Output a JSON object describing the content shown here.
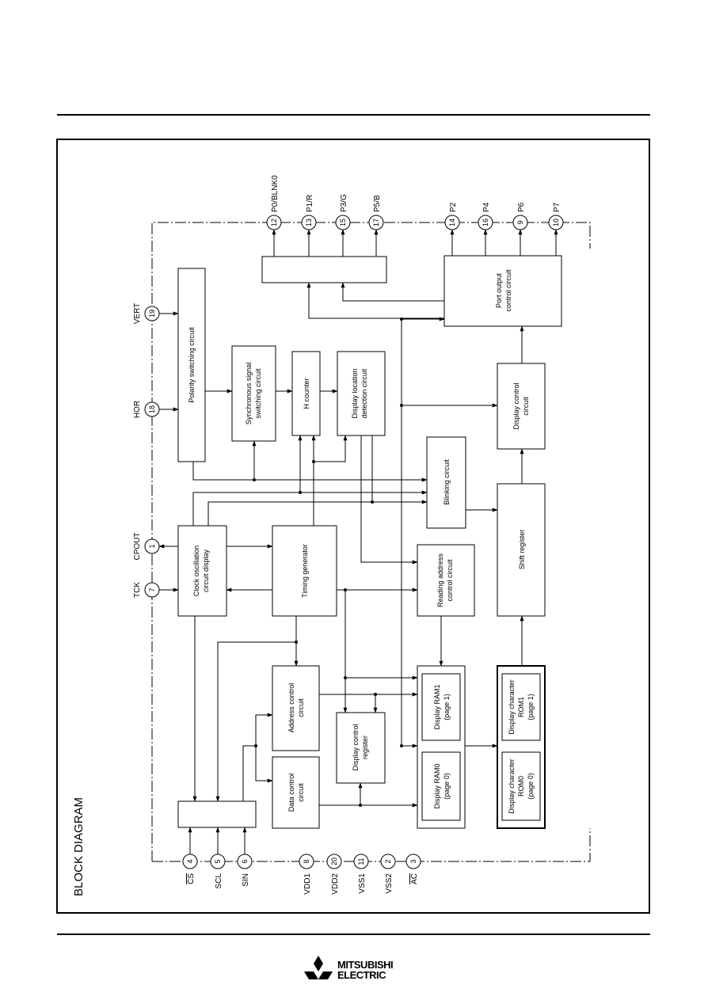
{
  "diagram": {
    "title": "BLOCK DIAGRAM",
    "blocks": {
      "polarity": "Polarity switching circuit",
      "sync_switch": [
        "Synchronous signal",
        "switching circuit"
      ],
      "h_counter": "H counter",
      "display_location": [
        "Display location",
        "detection circuit"
      ],
      "port_output": [
        "Port output",
        "control circuit"
      ],
      "display_control": [
        "Display control",
        "circuit"
      ],
      "blinking": "Blinking circuit",
      "shift_register": "Shift register",
      "clock_osc": [
        "Clock oscillation",
        "circuit display"
      ],
      "timing_gen": "Timing generator",
      "reading_addr": [
        "Reading address",
        "control circuit"
      ],
      "address_control": [
        "Address control",
        "circuit"
      ],
      "data_control": [
        "Data control",
        "circuit"
      ],
      "display_control_reg": [
        "Display control",
        "register"
      ],
      "ram1": [
        "Display RAM1",
        "(page 1)"
      ],
      "ram0": [
        "Display RAM0",
        "(page 0)"
      ],
      "rom1": [
        "Display character",
        "ROM1",
        "(page 1)"
      ],
      "rom0": [
        "Display character",
        "ROM0",
        "(page 0)"
      ]
    },
    "pins_top": [
      {
        "num": "12",
        "label": "P0/BLNK0"
      },
      {
        "num": "13",
        "label": "P1/R"
      },
      {
        "num": "15",
        "label": "P3/G"
      },
      {
        "num": "17",
        "label": "P5/B"
      },
      {
        "num": "14",
        "label": "P2"
      },
      {
        "num": "16",
        "label": "P4"
      },
      {
        "num": "9",
        "label": "P6"
      },
      {
        "num": "10",
        "label": "P7"
      }
    ],
    "pins_left": [
      {
        "num": "19",
        "label": "VERT"
      },
      {
        "num": "18",
        "label": "HOR"
      },
      {
        "num": "1",
        "label": "CPOUT"
      },
      {
        "num": "7",
        "label": "TCK"
      }
    ],
    "pins_bottom": [
      {
        "num": "4",
        "label": "CS"
      },
      {
        "num": "5",
        "label": "SCL"
      },
      {
        "num": "6",
        "label": "SIN"
      },
      {
        "num": "8",
        "label": "VDD1"
      },
      {
        "num": "20",
        "label": "VDD2"
      },
      {
        "num": "11",
        "label": "VSS1"
      },
      {
        "num": "2",
        "label": "VSS2"
      },
      {
        "num": "3",
        "label": "AC"
      }
    ]
  },
  "footer": {
    "brand_line1": "MITSUBISHI",
    "brand_line2": "ELECTRIC"
  }
}
